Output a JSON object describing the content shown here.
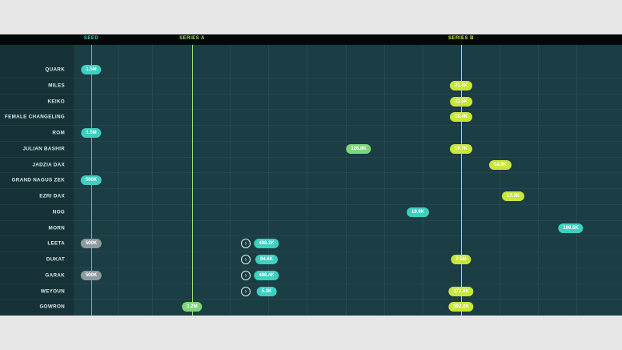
{
  "stages": [
    {
      "label": "SEED",
      "color": "#3cd0c0"
    },
    {
      "label": "SERIES A",
      "color": "#9de07a"
    },
    {
      "label": "SERIES B",
      "color": "#c8e63c"
    }
  ],
  "rows": [
    {
      "name": "QUARK",
      "pills": [
        {
          "value": "1.5M",
          "color": "cyan"
        }
      ]
    },
    {
      "name": "MILES",
      "pills": [
        {
          "value": "21.4K",
          "color": "lime"
        }
      ]
    },
    {
      "name": "KEIKO",
      "pills": [
        {
          "value": "11.5K",
          "color": "lime"
        }
      ]
    },
    {
      "name": "FEMALE CHANGELING",
      "pills": [
        {
          "value": "18.4K",
          "color": "lime"
        }
      ]
    },
    {
      "name": "ROM",
      "pills": [
        {
          "value": "1.5M",
          "color": "cyan"
        }
      ]
    },
    {
      "name": "JULIAN BASHIR",
      "pills": [
        {
          "value": "126.8K",
          "color": "green"
        },
        {
          "value": "19.7K",
          "color": "lime"
        }
      ]
    },
    {
      "name": "JADZIA DAX",
      "pills": [
        {
          "value": "14.5K",
          "color": "lime"
        }
      ]
    },
    {
      "name": "GRAND NAGUS ZEK",
      "pills": [
        {
          "value": "500K",
          "color": "cyan"
        }
      ]
    },
    {
      "name": "EZRI DAX",
      "pills": [
        {
          "value": "17.3K",
          "color": "lime"
        }
      ]
    },
    {
      "name": "NOG",
      "pills": [
        {
          "value": "19.9K",
          "color": "cyan"
        }
      ]
    },
    {
      "name": "MORN",
      "pills": [
        {
          "value": "199.5K",
          "color": "cyan"
        }
      ]
    },
    {
      "name": "LEETA",
      "pills": [
        {
          "value": "500K",
          "color": "grey"
        },
        {
          "value": "498.2K",
          "color": "cyan",
          "arrow": true
        }
      ]
    },
    {
      "name": "DUKAT",
      "pills": [
        {
          "value": "94.6K",
          "color": "cyan",
          "arrow": true
        },
        {
          "value": "2.5M",
          "color": "lime"
        }
      ]
    },
    {
      "name": "GARAK",
      "pills": [
        {
          "value": "500K",
          "color": "grey"
        },
        {
          "value": "498.4K",
          "color": "cyan",
          "arrow": true
        }
      ]
    },
    {
      "name": "WEYOUN",
      "pills": [
        {
          "value": "5.3K",
          "color": "cyan",
          "arrow": true
        },
        {
          "value": "172.6K",
          "color": "lime"
        }
      ]
    },
    {
      "name": "GOWRON",
      "pills": [
        {
          "value": "1.2M",
          "color": "green"
        },
        {
          "value": "592.2K",
          "color": "lime"
        }
      ]
    }
  ]
}
